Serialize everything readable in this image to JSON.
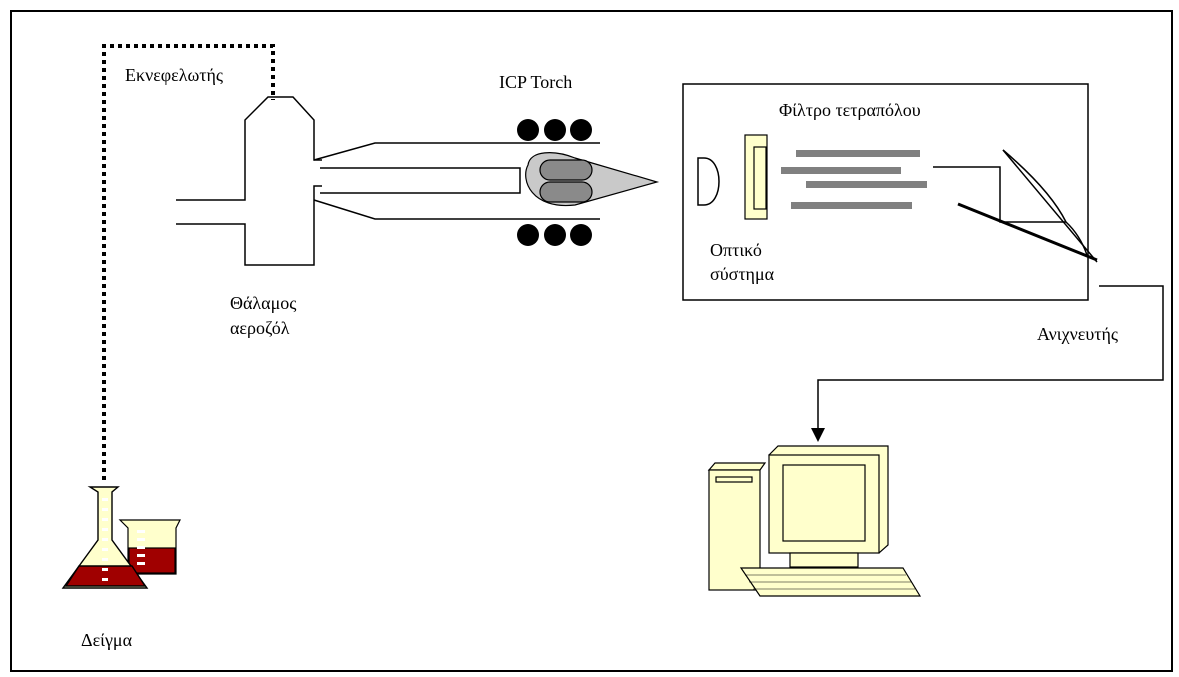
{
  "labels": {
    "nebulizer": "Εκνεφελωτής",
    "torch": "ICP Torch",
    "quadrupole": "Φίλτρο τετραπόλου",
    "optics_line1": "Οπτικό",
    "optics_line2": "σύστημα",
    "chamber_line1": "Θάλαμος",
    "chamber_line2": "αεροζόλ",
    "detector": "Ανιχνευτής",
    "sample": "Δείγμα"
  },
  "colors": {
    "line": "#000000",
    "plasma_light": "#c9c9c9",
    "plasma_dark": "#8a8a8a",
    "rods": "#808080",
    "lens": "#ffffcc",
    "liquid": "#a00000",
    "glass": "#ffffcc",
    "computer": "#ffffcc"
  },
  "icons": [
    "nebulizer-tube-dotted",
    "spray-chamber",
    "icp-torch",
    "rf-coil-icon",
    "plasma-icon",
    "interface-cone",
    "ion-lens-icon",
    "quadrupole-rods-icon",
    "detector-icon",
    "computer-icon",
    "flask-icon",
    "beaker-icon"
  ]
}
